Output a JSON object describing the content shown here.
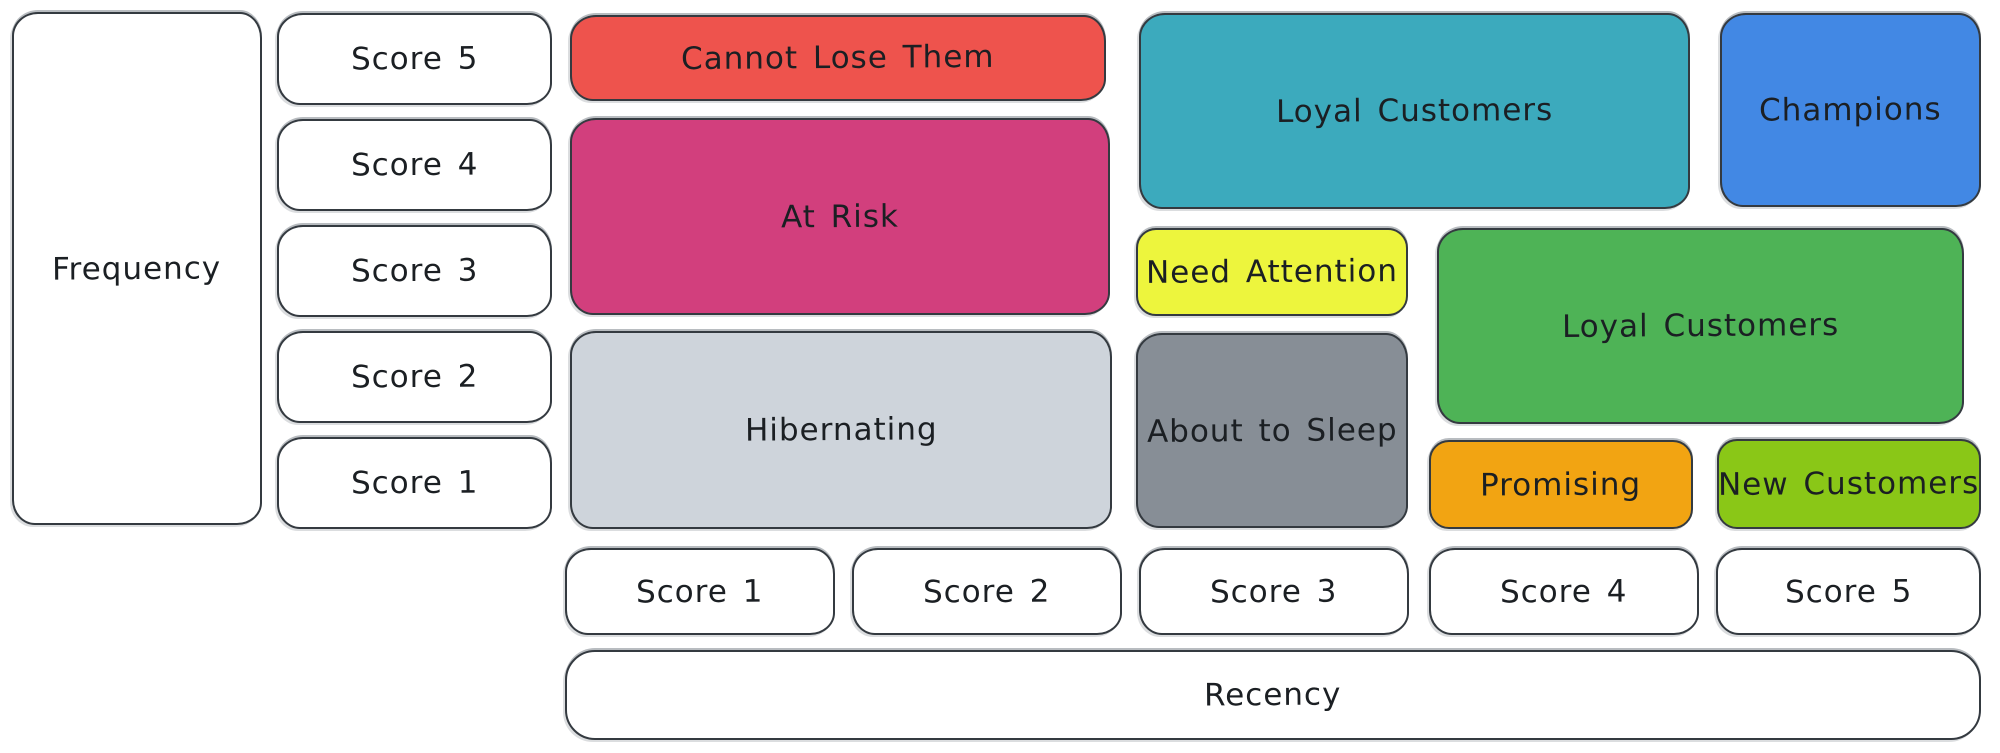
{
  "axes": {
    "frequency": {
      "label": "Frequency",
      "scores": [
        "Score 5",
        "Score 4",
        "Score 3",
        "Score 2",
        "Score 1"
      ]
    },
    "recency": {
      "label": "Recency",
      "scores": [
        "Score 1",
        "Score 2",
        "Score 3",
        "Score 4",
        "Score 5"
      ]
    }
  },
  "segments": [
    {
      "label": "Cannot Lose Them",
      "color": "#ee534d"
    },
    {
      "label": "At Risk",
      "color": "#d23f7d"
    },
    {
      "label": "Hibernating",
      "color": "#ced4db"
    },
    {
      "label": "Loyal Customers",
      "color": "#3caabd"
    },
    {
      "label": "Champions",
      "color": "#4288e4"
    },
    {
      "label": "Need Attention",
      "color": "#edf53d"
    },
    {
      "label": "About to Sleep",
      "color": "#878e96"
    },
    {
      "label": "Loyal Customers",
      "color": "#4eb356"
    },
    {
      "label": "Promising",
      "color": "#f2a412"
    },
    {
      "label": "New Customers",
      "color": "#8ac717"
    }
  ],
  "theme": {
    "stroke": "#343a40",
    "text": "#1b1f23",
    "background": "#ffffff"
  }
}
